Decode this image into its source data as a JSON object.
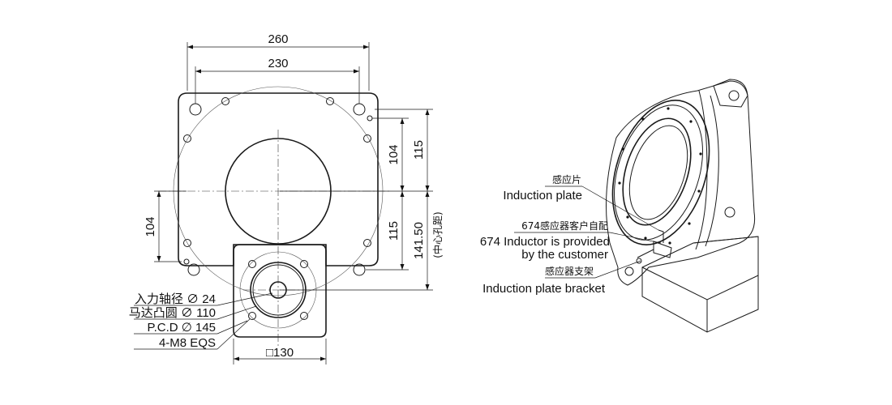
{
  "dimensions": {
    "d260": "260",
    "d230": "230",
    "d104_top": "104",
    "d115_top": "115",
    "d104_left": "104",
    "d115_bottom": "115",
    "d14150": "141.50",
    "d14150_note": "(中心孔距)",
    "d130": "□130"
  },
  "callouts": {
    "input_shaft": "入力轴径 ∅ 24",
    "boss": "马达凸圆 ∅ 110",
    "pcd": "P.C.D ∅ 145",
    "holes": "4-M8 EQS"
  },
  "labels": {
    "induction_plate_cn": "感应片",
    "induction_plate_en": "Induction plate",
    "inductor_cn": "674感应器客户自配",
    "inductor_en_1": "674 Inductor is provided",
    "inductor_en_2": "by the customer",
    "bracket_cn": "感应器支架",
    "bracket_en": "Induction plate bracket"
  }
}
